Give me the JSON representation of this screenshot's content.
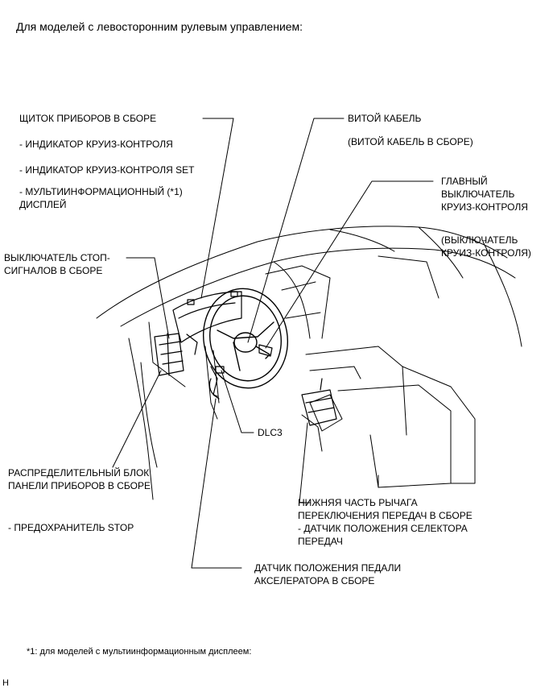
{
  "title": "Для моделей с левосторонним рулевым управлением:",
  "labels": {
    "instrument_cluster": "ЩИТОК ПРИБОРОВ В СБОРЕ",
    "cruise_indicator": "- ИНДИКАТОР КРУИЗ-КОНТРОЛЯ",
    "cruise_set_indicator": "- ИНДИКАТОР КРУИЗ-КОНТРОЛЯ SET",
    "multi_display": "- МУЛЬТИИНФОРМАЦИОННЫЙ   (*1)\nДИСПЛЕЙ",
    "spiral_cable": "ВИТОЙ КАБЕЛЬ",
    "spiral_cable_assy": "(ВИТОЙ КАБЕЛЬ В СБОРЕ)",
    "cruise_main_switch": "ГЛАВНЫЙ\nВЫКЛЮЧАТЕЛЬ\nКРУИЗ-КОНТРОЛЯ",
    "cruise_switch": "(ВЫКЛЮЧАТЕЛЬ\nКРУИЗ-КОНТРОЛЯ)",
    "stop_switch": "ВЫКЛЮЧАТЕЛЬ СТОП-\nСИГНАЛОВ В СБОРЕ",
    "dlc3": "DLC3",
    "junction_block": "РАСПРЕДЕЛИТЕЛЬНЫЙ БЛОК\nПАНЕЛИ ПРИБОРОВ В СБОРЕ",
    "stop_fuse": "- ПРЕДОХРАНИТЕЛЬ STOP",
    "shift_lever": "НИЖНЯЯ ЧАСТЬ РЫЧАГА\nПЕРЕКЛЮЧЕНИЯ ПЕРЕДАЧ В СБОРЕ\n- ДАТЧИК ПОЛОЖЕНИЯ СЕЛЕКТОРА\nПЕРЕДАЧ",
    "accel_sensor": "ДАТЧИК ПОЛОЖЕНИЯ ПЕДАЛИ\nАКСЕЛЕРАТОРА В СБОРЕ"
  },
  "footnote": "*1: для моделей с мультиинформационным дисплеем:",
  "corner_mark": "H"
}
